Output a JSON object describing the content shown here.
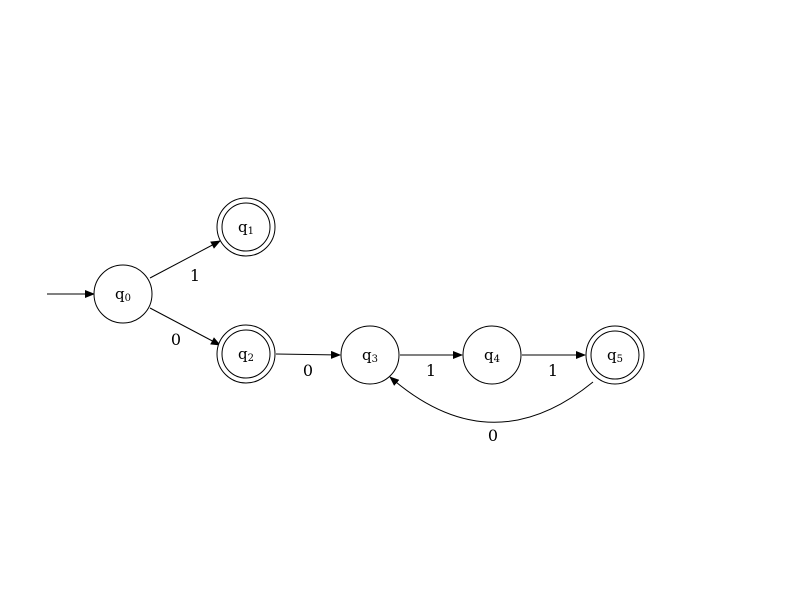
{
  "diagram": {
    "colors": {
      "stroke": "#000000",
      "fill": "#ffffff",
      "background": "#ffffff"
    },
    "states": [
      {
        "id": "q0",
        "base": "q",
        "sub": "0",
        "accepting": false,
        "initial": true
      },
      {
        "id": "q1",
        "base": "q",
        "sub": "1",
        "accepting": true,
        "initial": false
      },
      {
        "id": "q2",
        "base": "q",
        "sub": "2",
        "accepting": true,
        "initial": false
      },
      {
        "id": "q3",
        "base": "q",
        "sub": "3",
        "accepting": false,
        "initial": false
      },
      {
        "id": "q4",
        "base": "q",
        "sub": "4",
        "accepting": false,
        "initial": false
      },
      {
        "id": "q5",
        "base": "q",
        "sub": "5",
        "accepting": true,
        "initial": false
      }
    ],
    "transitions": [
      {
        "from": "q0",
        "to": "q1",
        "label": "1"
      },
      {
        "from": "q0",
        "to": "q2",
        "label": "0"
      },
      {
        "from": "q2",
        "to": "q3",
        "label": "0"
      },
      {
        "from": "q3",
        "to": "q4",
        "label": "1"
      },
      {
        "from": "q4",
        "to": "q5",
        "label": "1"
      },
      {
        "from": "q5",
        "to": "q3",
        "label": "0"
      }
    ]
  }
}
